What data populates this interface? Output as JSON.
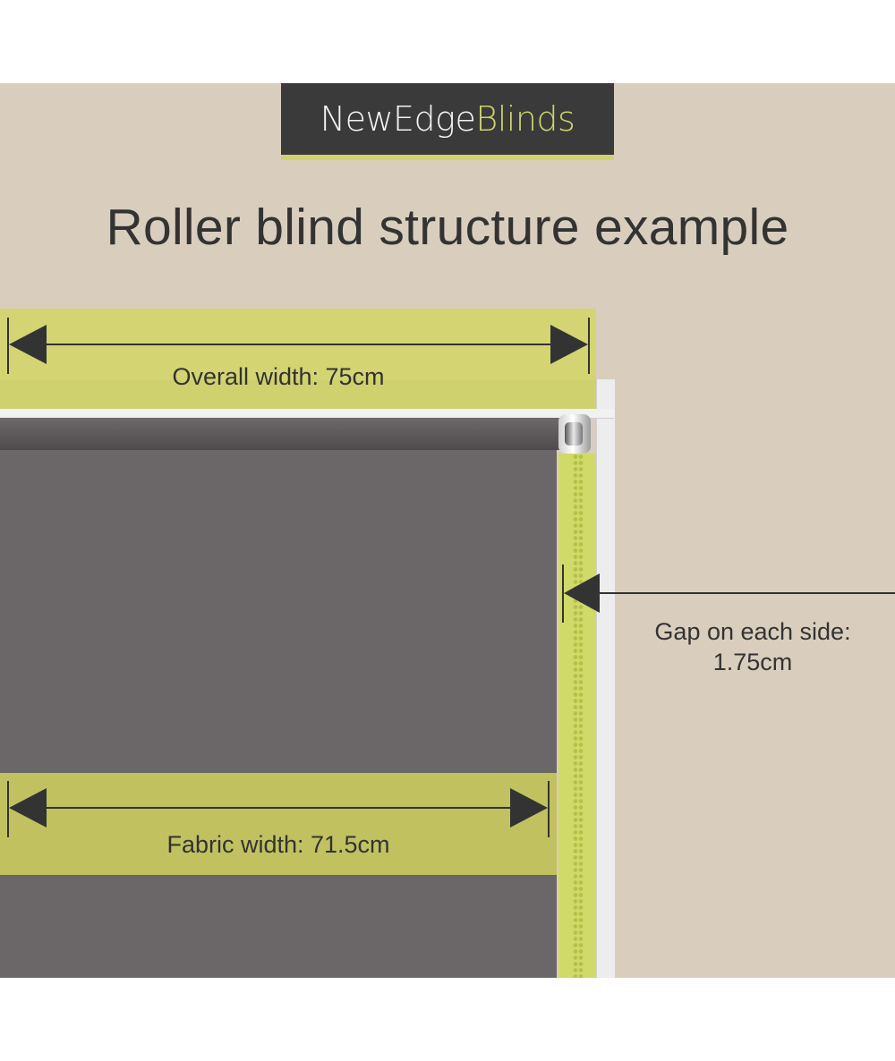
{
  "brand": {
    "name_part1": "NewEdge",
    "name_part2": "Blinds"
  },
  "title": "Roller blind structure example",
  "measurements": {
    "overall_width": "Overall width: 75cm",
    "gap_label": "Gap on each side:",
    "gap_value": "1.75cm",
    "fabric_width": "Fabric width: 71.5cm"
  },
  "colors": {
    "background": "#d9cebd",
    "accent": "#cdd56a",
    "fabric": "#6b6768",
    "text": "#333333",
    "logo_bg": "#3a3a3a"
  }
}
